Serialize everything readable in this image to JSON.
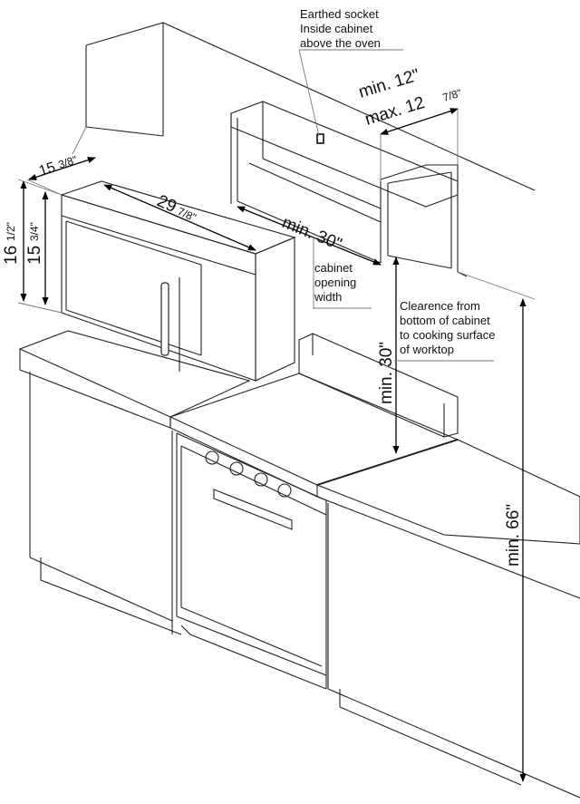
{
  "labels": {
    "socket_line1": "Earthed socket",
    "socket_line2": "Inside cabinet",
    "socket_line3": "above the oven",
    "min_12": "min. 12\"",
    "max_12_whole": "max. 12",
    "max_12_frac": "7/8\"",
    "depth_whole": "15",
    "depth_frac": "3/8\"",
    "width_whole": "29",
    "width_frac": "7/8\"",
    "height_outer_whole": "16",
    "height_outer_frac": "1/2\"",
    "height_inner_whole": "15",
    "height_inner_frac": "3/4\"",
    "min_30_width": "min. 30\"",
    "cab_line1": "cabinet",
    "cab_line2": "opening",
    "cab_line3": "width",
    "clear_line1": "Clearence from",
    "clear_line2": "bottom of cabinet",
    "clear_line3": "to cooking surface",
    "clear_line4": "of worktop",
    "min_30_clear": "min. 30\"",
    "min_66": "min. 66\""
  }
}
